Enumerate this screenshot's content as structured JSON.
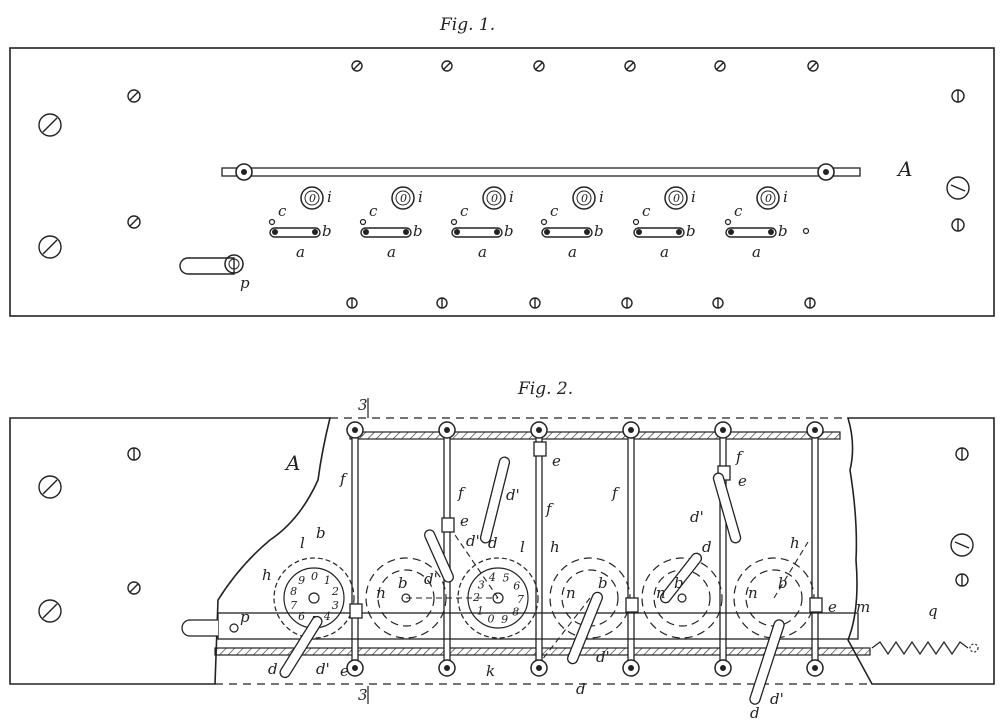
{
  "figures": {
    "fig1": {
      "caption": "Fig. 1.",
      "plate_label": "A",
      "dial_label": "0",
      "window_label": "i",
      "lever_labels": {
        "top": "c",
        "pivot": "b",
        "bottom": "a"
      },
      "slot_label": "p",
      "columns": 6
    },
    "fig2": {
      "caption": "Fig. 2.",
      "plate_label": "A",
      "section_mark": "3",
      "labels": {
        "f": "f",
        "e": "e",
        "d1": "d'",
        "d": "d",
        "l": "l",
        "b": "b",
        "h": "h",
        "n": "n",
        "m": "m",
        "k": "k",
        "q": "q",
        "p": "p"
      },
      "wheel_digits": [
        "0",
        "1",
        "2",
        "3",
        "4",
        "5",
        "6",
        "7",
        "8",
        "9"
      ]
    }
  }
}
